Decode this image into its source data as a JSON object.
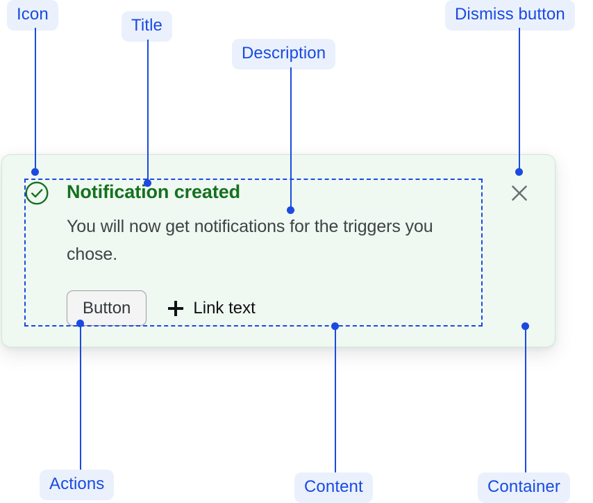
{
  "annotations": [
    {
      "id": "icon",
      "label": "Icon"
    },
    {
      "id": "title",
      "label": "Title"
    },
    {
      "id": "description",
      "label": "Description"
    },
    {
      "id": "dismiss_button",
      "label": "Dismiss button"
    },
    {
      "id": "actions",
      "label": "Actions"
    },
    {
      "id": "content",
      "label": "Content"
    },
    {
      "id": "container",
      "label": "Container"
    }
  ],
  "toast": {
    "status_icon": "check-circle-icon",
    "title": "Notification created",
    "description": "You will now get notifications for the triggers you chose.",
    "actions": {
      "button_label": "Button",
      "link_icon": "plus-icon",
      "link_label": "Link text"
    },
    "dismiss_icon": "close-icon"
  },
  "colors": {
    "annotation_text": "#1a4ae0",
    "annotation_pill_bg": "#eaf1fd",
    "toast_bg": "#eff8f1",
    "toast_border": "#cfe8d6",
    "title_green": "#15701f",
    "description_gray": "#3f4346",
    "dismiss_gray": "#6b6f72",
    "button_bg": "#f4f4f4",
    "button_border": "#9a9fa3"
  }
}
